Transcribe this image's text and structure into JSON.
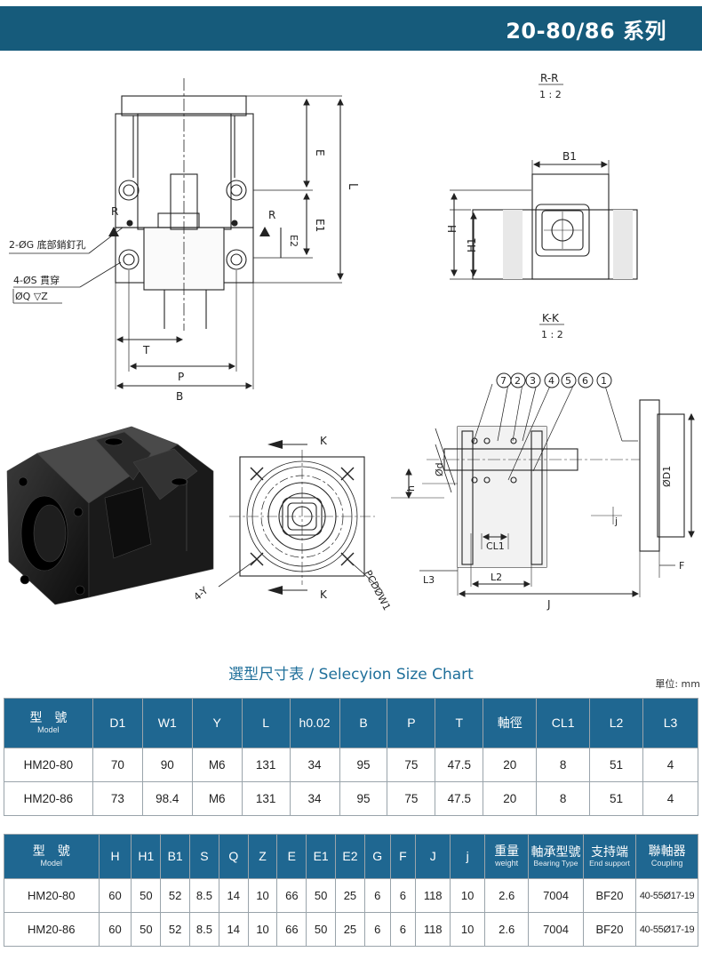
{
  "header": {
    "title": "20-80/86 系列"
  },
  "drawing_labels": {
    "section_rr": "R-R",
    "scale_rr": "1 : 2",
    "section_kk": "K-K",
    "scale_kk": "1 : 2",
    "R": "R",
    "E": "E",
    "E1": "E1",
    "E2": "E2",
    "L": "L",
    "T": "T",
    "P": "P",
    "B": "B",
    "B1": "B1",
    "H": "H",
    "H1": "H1",
    "pin_hole": "2-ØG 底部銷釘孔",
    "thru_hole": "4-ØS 貫穿",
    "counterbore": "ØQ ▽Z",
    "K": "K",
    "four_Y": "4-Y",
    "pcd": "PCDØW1",
    "h": "h",
    "d": "Ød",
    "D1": "ØD1",
    "CL1": "CL1",
    "L2": "L2",
    "L3": "L3",
    "J": "J",
    "j": "j",
    "F": "F",
    "balloons": [
      "7",
      "2",
      "3",
      "4",
      "5",
      "6",
      "1"
    ]
  },
  "chart_title": "選型尺寸表 / Selecyion Size Chart",
  "unit": "單位: mm",
  "table1": {
    "model_label": "型　號",
    "model_sub": "Model",
    "headers": [
      "D1",
      "W1",
      "Y",
      "L",
      "h0.02",
      "B",
      "P",
      "T",
      "軸徑",
      "CL1",
      "L2",
      "L3"
    ],
    "rows": [
      {
        "model": "HM20-80",
        "cells": [
          "70",
          "90",
          "M6",
          "131",
          "34",
          "95",
          "75",
          "47.5",
          "20",
          "8",
          "51",
          "4"
        ]
      },
      {
        "model": "HM20-86",
        "cells": [
          "73",
          "98.4",
          "M6",
          "131",
          "34",
          "95",
          "75",
          "47.5",
          "20",
          "8",
          "51",
          "4"
        ]
      }
    ]
  },
  "table2": {
    "model_label": "型　號",
    "model_sub": "Model",
    "headers": [
      "H",
      "H1",
      "B1",
      "S",
      "Q",
      "Z",
      "E",
      "E1",
      "E2",
      "G",
      "F",
      "J",
      "j"
    ],
    "weight_label": "重量",
    "weight_sub": "weight",
    "bearing_label": "軸承型號",
    "bearing_sub": "Bearing Type",
    "end_label": "支持端",
    "end_sub": "End support",
    "coupling_label": "聯軸器",
    "coupling_sub": "Coupling",
    "rows": [
      {
        "model": "HM20-80",
        "cells": [
          "60",
          "50",
          "52",
          "8.5",
          "14",
          "10",
          "66",
          "50",
          "25",
          "6",
          "6",
          "118",
          "10"
        ],
        "weight": "2.6",
        "bearing": "7004",
        "end": "BF20",
        "coupling": "40-55Ø17-19"
      },
      {
        "model": "HM20-86",
        "cells": [
          "60",
          "50",
          "52",
          "8.5",
          "14",
          "10",
          "66",
          "50",
          "25",
          "6",
          "6",
          "118",
          "10"
        ],
        "weight": "2.6",
        "bearing": "7004",
        "end": "BF20",
        "coupling": "40-55Ø17-19"
      }
    ]
  }
}
